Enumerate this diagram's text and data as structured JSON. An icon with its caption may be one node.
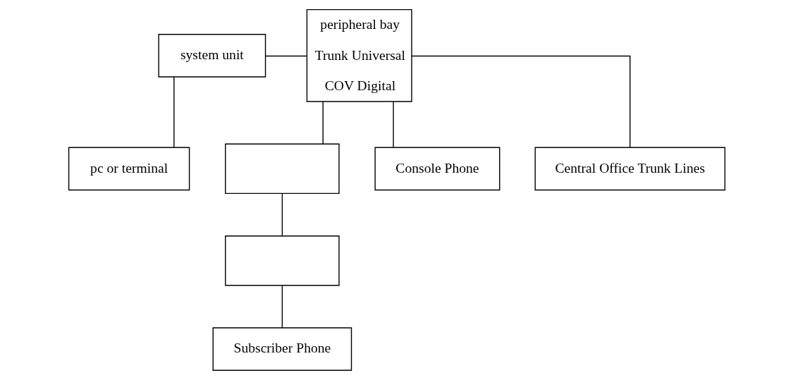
{
  "diagram": {
    "nodes": [
      {
        "text": [
          "system unit"
        ]
      },
      {
        "text": [
          "pc or terminal"
        ]
      },
      {
        "text": [
          "peripheral bay",
          "Trunk Universal",
          "COV Digital"
        ]
      },
      {
        "text": [
          "Central Office Trunk Lines"
        ]
      },
      {
        "text": [],
        "shape": "box"
      },
      {
        "text": [],
        "shape": "box"
      },
      {
        "text": [
          "Subscriber Phone"
        ]
      },
      {
        "text": [
          "Console Phone"
        ]
      }
    ],
    "edges": [
      {
        "from": 0,
        "to": 1,
        "arrow": "none"
      },
      {
        "from": 0,
        "to": 2,
        "arrow": "none"
      },
      {
        "from": 3,
        "to": 2,
        "arrow": "none"
      },
      {
        "from": 2,
        "to": 4,
        "arrow": "none"
      },
      {
        "from": 4,
        "to": 5,
        "arrow": "none"
      },
      {
        "from": 5,
        "to": 6,
        "arrow": "none"
      },
      {
        "from": 2,
        "to": 7,
        "arrow": "none"
      }
    ]
  }
}
